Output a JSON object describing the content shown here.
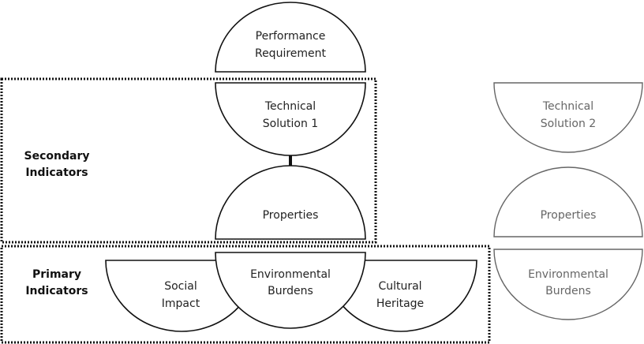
{
  "groups": {
    "secondary": {
      "line1": "Secondary",
      "line2": "Indicators"
    },
    "primary": {
      "line1": "Primary",
      "line2": "Indicators"
    }
  },
  "nodes": {
    "performance_requirement": {
      "line1": "Performance",
      "line2": "Requirement"
    },
    "technical_solution_1": {
      "line1": "Technical",
      "line2": "Solution 1"
    },
    "properties_1": {
      "line1": "Properties"
    },
    "social_impact": {
      "line1": "Social",
      "line2": "Impact"
    },
    "environmental_burdens_1": {
      "line1": "Environmental",
      "line2": "Burdens"
    },
    "cultural_heritage": {
      "line1": "Cultural",
      "line2": "Heritage"
    },
    "technical_solution_2": {
      "line1": "Technical",
      "line2": "Solution 2"
    },
    "properties_2": {
      "line1": "Properties"
    },
    "environmental_burdens_2": {
      "line1": "Environmental",
      "line2": "Burdens"
    }
  },
  "colors": {
    "primary_stroke": "#111111",
    "secondary_stroke": "#666666"
  }
}
